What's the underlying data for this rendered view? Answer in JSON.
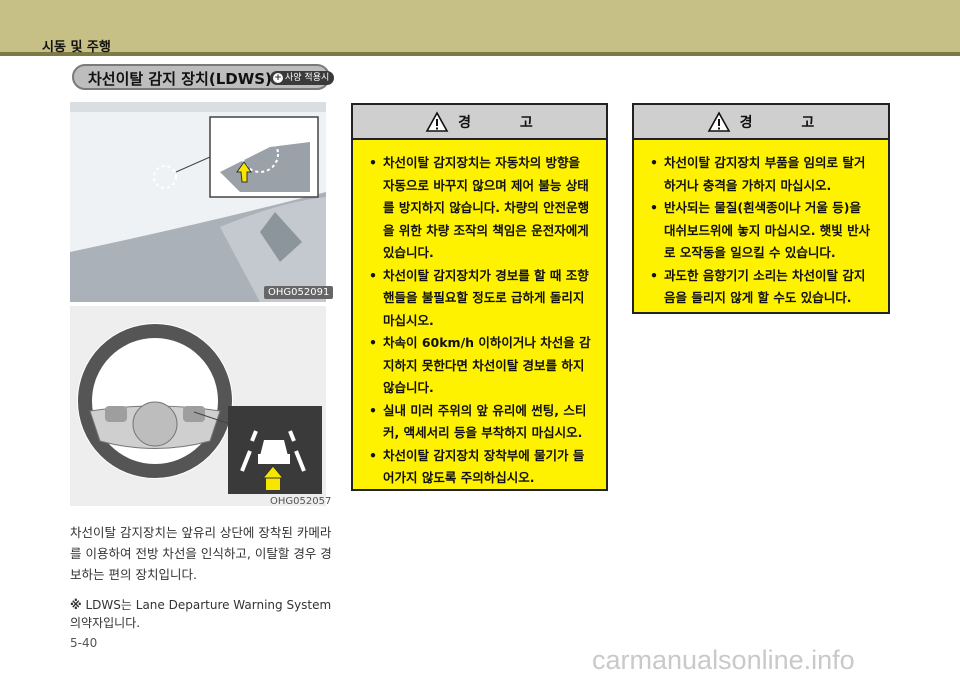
{
  "header": {
    "section_title": "시동 및 주행"
  },
  "heading": {
    "title": "차선이탈 감지 장치(LDWS)",
    "badge": "사양 적용시"
  },
  "figures": [
    {
      "code": "OHG052091"
    },
    {
      "code": "OHG052057"
    }
  ],
  "body": {
    "paragraph": "차선이탈 감지장치는 앞유리 상단에 장착된 카메라를 이용하여 전방 차선을 인식하고, 이탈할 경우 경보하는 편의 장치입니다.",
    "note_mark": "※",
    "note": "LDWS는 Lane Departure Warning System 의약자입니다."
  },
  "warning1": {
    "title": "경 고",
    "items": [
      "차선이탈 감지장치는 자동차의 방향을 자동으로 바꾸지 않으며 제어 불능 상태를 방지하지 않습니다. 차량의 안전운행을 위한 차량 조작의 책임은 운전자에게 있습니다.",
      "차선이탈 감지장치가 경보를 할 때 조향핸들을 불필요할 정도로 급하게 돌리지 마십시오.",
      "차속이 60km/h 이하이거나 차선을 감지하지 못한다면 차선이탈 경보를 하지 않습니다.",
      "실내 미러 주위의 앞 유리에 썬팅, 스티커, 액세서리 등을 부착하지 마십시오.",
      "차선이탈 감지장치 장착부에 물기가 들어가지 않도록 주의하십시오."
    ]
  },
  "warning2": {
    "title": "경 고",
    "items": [
      "차선이탈 감지장치 부품을 임의로 탈거하거나 충격을 가하지 마십시오.",
      "반사되는 물질(흰색종이나 거울 등)을 대쉬보드위에 놓지 마십시오. 햇빛 반사로 오작동을 일으킬 수 있습니다.",
      "과도한 음향기기 소리는 차선이탈 감지음을 들리지 않게 할 수도 있습니다."
    ]
  },
  "footer": {
    "page_number": "5-40",
    "watermark": "carmanualsonline.info"
  }
}
